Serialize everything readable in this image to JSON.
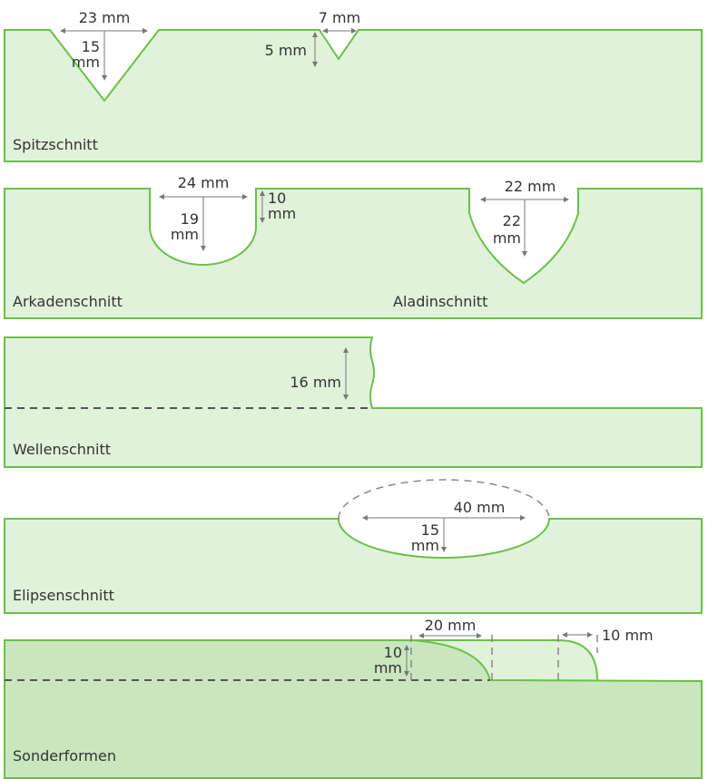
{
  "colors": {
    "fill_light": "#e0f2da",
    "fill_dark": "#cae6bf",
    "stroke": "#6cbf4a"
  },
  "panels": [
    {
      "name": "Spitzschnitt",
      "dims": [
        "23 mm",
        "15",
        "mm",
        "7 mm",
        "5 mm"
      ]
    },
    {
      "name": "Arkadenschnitt",
      "dims": [
        "24 mm",
        "19",
        "mm",
        "10",
        "mm"
      ]
    },
    {
      "name": "Aladinschnitt",
      "dims": [
        "22 mm",
        "22",
        "mm"
      ]
    },
    {
      "name": "Wellenschnitt",
      "dims": [
        "16 mm"
      ]
    },
    {
      "name": "Elipsenschnitt",
      "dims": [
        "40 mm",
        "15",
        "mm"
      ]
    },
    {
      "name": "Sonderformen",
      "dims": [
        "20 mm",
        "10",
        "mm",
        "10 mm"
      ]
    }
  ]
}
